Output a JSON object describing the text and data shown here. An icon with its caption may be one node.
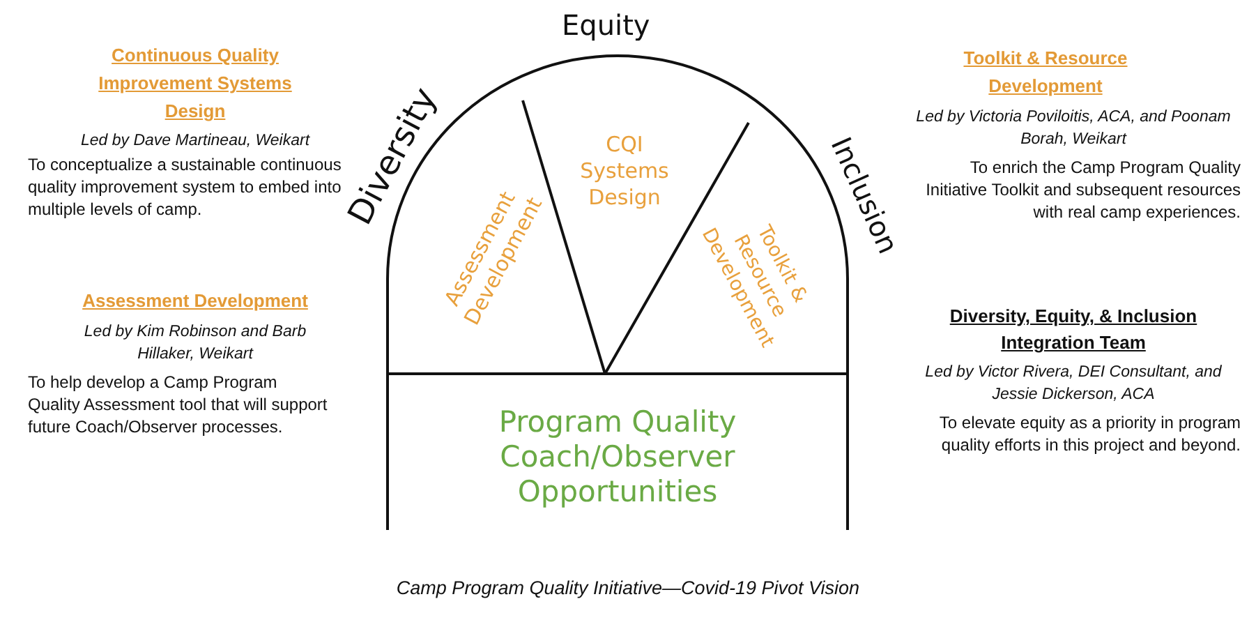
{
  "diagram": {
    "caption": "Camp Program Quality Initiative—Covid-19 Pivot Vision",
    "nodes": [
      {
        "text": [
          "Diversity",
          "Equity",
          "Inclusion"
        ]
      },
      {
        "text": [
          "Assessment Development"
        ],
        "in": 0
      },
      {
        "text": [
          "CQI Systems Design"
        ],
        "in": 0
      },
      {
        "text": [
          "Toolkit & Resource Development"
        ],
        "in": 0
      },
      {
        "text": [
          "Program Quality Coach/Observer Opportunities"
        ],
        "in": 0
      }
    ],
    "edges": [],
    "labels": [
      "Continuous Quality Improvement Systems Design",
      "Led by Dave Martineau, Weikart",
      "To conceptualize a sustainable continuous quality improvement system to embed into multiple levels of camp.",
      "Assessment Development",
      "Led by Kim Robinson and Barb Hillaker, Weikart",
      "To help develop a Camp Program Quality Assessment tool that will support future Coach/Observer processes.",
      "Toolkit & Resource Development",
      "Led by Victoria Poviloitis, ACA, and Poonam Borah, Weikart",
      "To enrich the Camp Program Quality Initiative Toolkit and subsequent resources with real camp experiences.",
      "Diversity, Equity, & Inclusion Integration Team",
      "Led by Victor Rivera, DEI Consultant, and Jessie Dickerson, ACA",
      "To elevate equity as a priority in program quality efforts in this project and beyond."
    ]
  }
}
